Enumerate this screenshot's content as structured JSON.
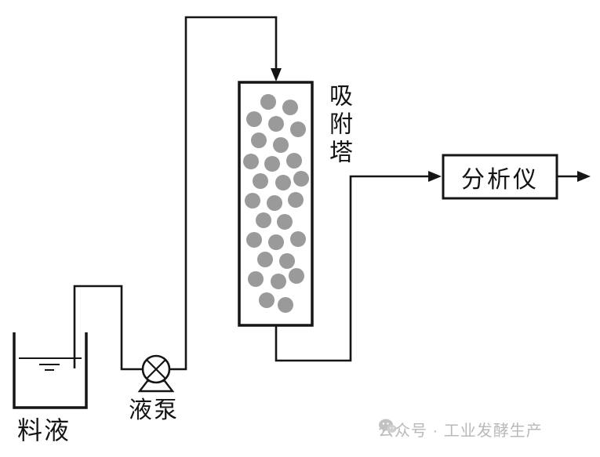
{
  "diagram": {
    "tank_label": "料液",
    "pump_label": "液泵",
    "column_label": "吸附塔",
    "analyzer_label": "分析仪"
  },
  "watermark": {
    "text": "公众号 · 工业发酵生产"
  },
  "colors": {
    "line": "#151515",
    "bead": "#9a9a9a",
    "watermark": "#b9b9b9",
    "background": "#ffffff"
  }
}
